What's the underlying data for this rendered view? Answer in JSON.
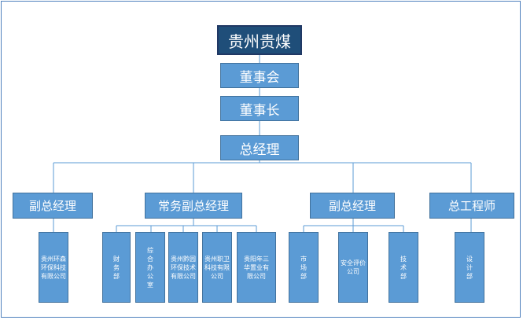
{
  "nodes": {
    "top": "贵州贵煤",
    "board": "董事会",
    "chairman": "董事长",
    "gm": "总经理",
    "vgm1": "副总经理",
    "evgm": "常务副总经理",
    "vgm2": "副总经理",
    "chief_engineer": "总工程师"
  },
  "departments": {
    "d1": "贵州环森环保科技有限公司",
    "d2": "财务部",
    "d3": "综合办公室",
    "d4": "贵州黔园环保技术有限公司",
    "d5": "贵州职卫科技有限公司",
    "d6": "贵阳年三华置业有限公司",
    "d7": "市场部",
    "d8": "安全评价公司",
    "d9": "技术部",
    "d10": "设计部"
  },
  "colors": {
    "top_fill": "#1f4e79",
    "box_fill": "#5b9bd5",
    "line": "#5b9bd5"
  }
}
